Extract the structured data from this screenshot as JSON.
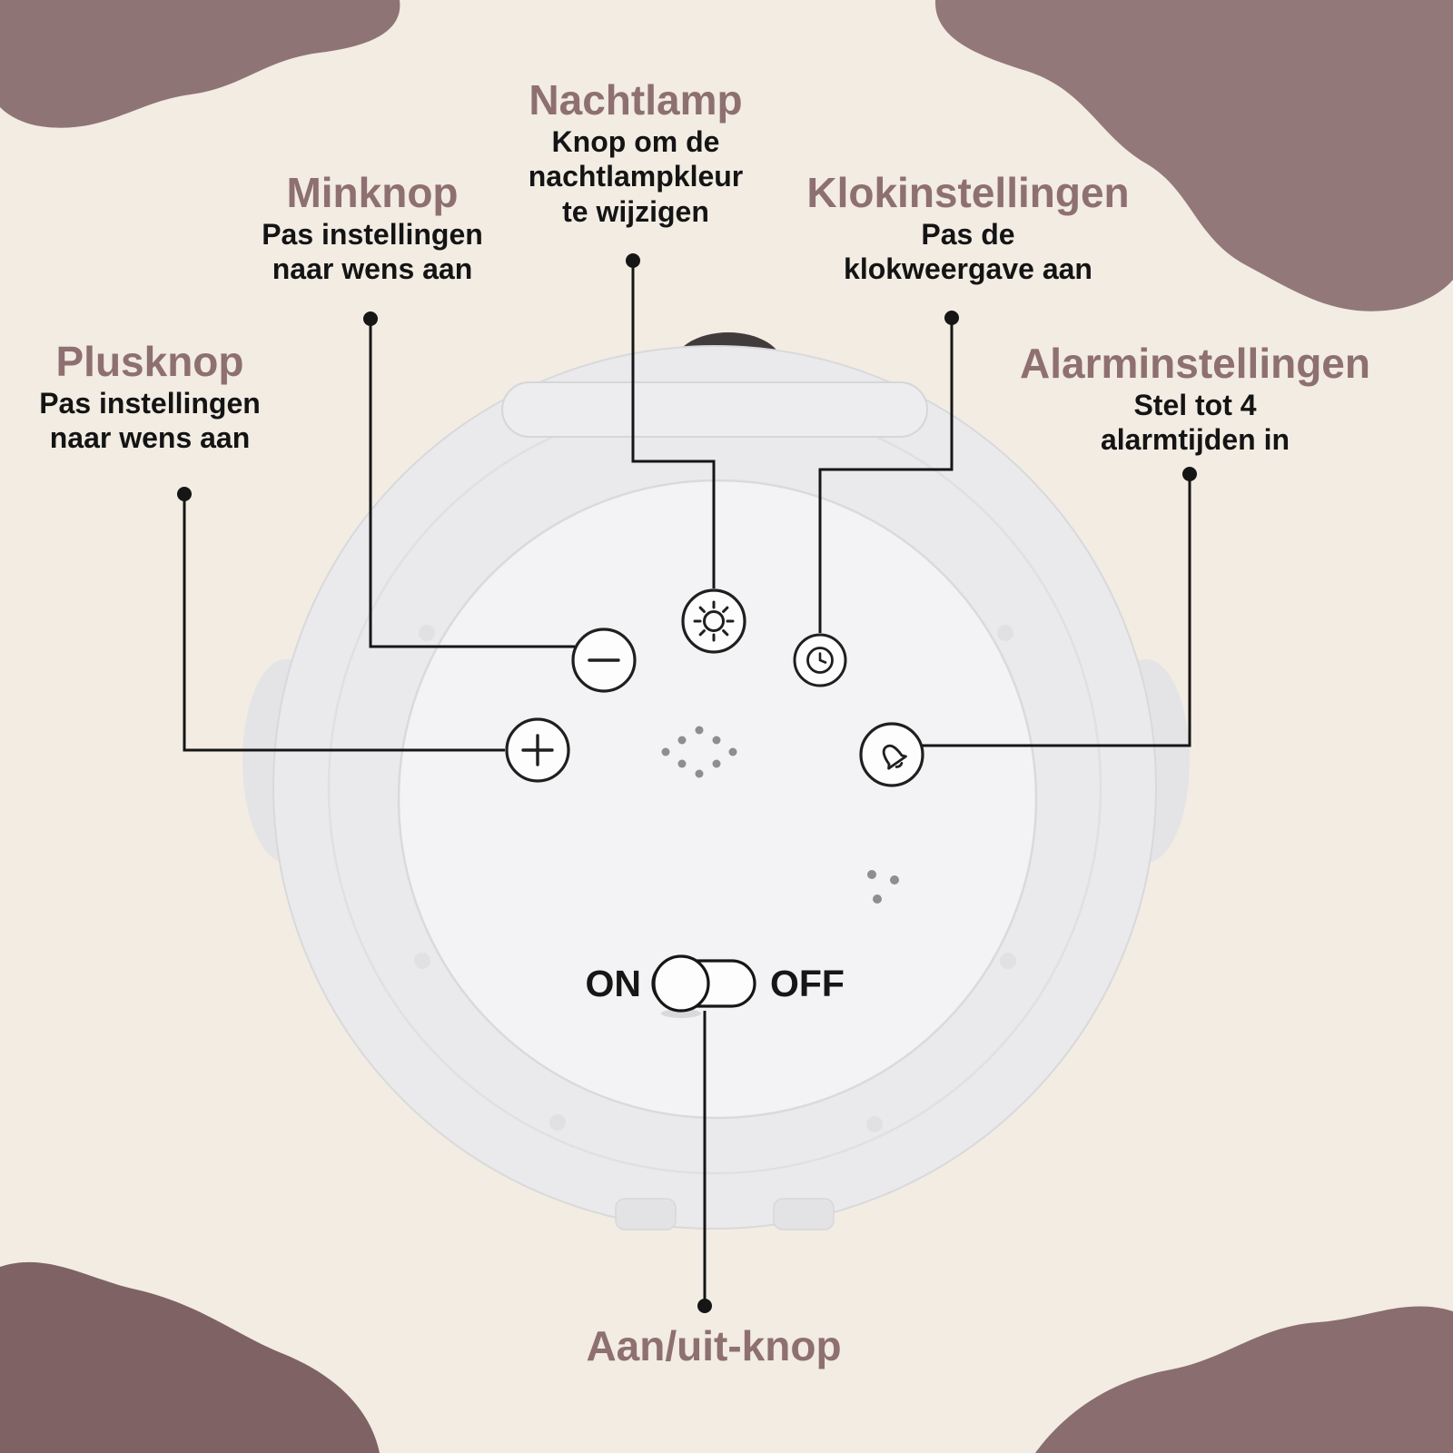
{
  "page": {
    "background_color": "#f2ece3",
    "accent_color": "#8d7173",
    "line_color": "#161616"
  },
  "callouts": {
    "plusknop": {
      "title": "Plusknop",
      "desc": [
        "Pas instellingen",
        "naar wens aan"
      ]
    },
    "minknop": {
      "title": "Minknop",
      "desc": [
        "Pas instellingen",
        "naar wens aan"
      ]
    },
    "nachtlamp": {
      "title": "Nachtlamp",
      "desc": [
        "Knop om de",
        "nachtlampkleur",
        "te wijzigen"
      ]
    },
    "klokinstellingen": {
      "title": "Klokinstellingen",
      "desc": [
        "Pas de",
        "klokweergave aan"
      ]
    },
    "alarminstellingen": {
      "title": "Alarminstellingen",
      "desc": [
        "Stel tot 4",
        "alarmtijden in"
      ]
    },
    "aanuit": {
      "title": "Aan/uit-knop"
    }
  },
  "device": {
    "power_on_label": "ON",
    "power_off_label": "OFF",
    "buttons": [
      {
        "name": "plus-button",
        "icon": "plus-icon"
      },
      {
        "name": "minus-button",
        "icon": "minus-icon"
      },
      {
        "name": "nightlight-button",
        "icon": "sun-icon"
      },
      {
        "name": "clock-button",
        "icon": "clock-icon"
      },
      {
        "name": "alarm-button",
        "icon": "bell-icon"
      },
      {
        "name": "power-switch",
        "icon": "toggle-icon"
      }
    ]
  }
}
